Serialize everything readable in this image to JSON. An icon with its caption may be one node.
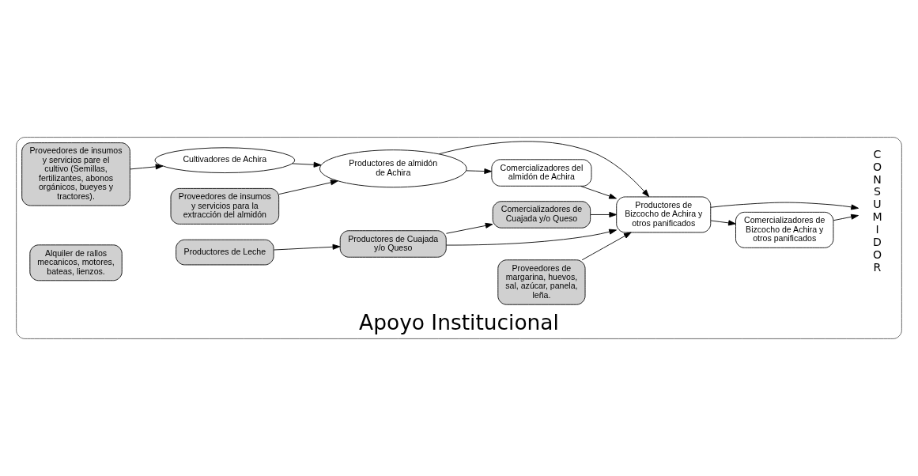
{
  "diagram": {
    "nodes": [
      {
        "text": [
          "Apoyo Institucional"
        ]
      },
      {
        "text": [
          "Cultivadores de Achira"
        ],
        "in": 0
      },
      {
        "text": [
          "Productores de almidón de Achira"
        ],
        "in": 0
      },
      {
        "text": [
          "Comercializadores del almidón de Achira"
        ],
        "in": 0
      },
      {
        "text": [
          "Productores de Bizcocho de Achira y otros panificados"
        ],
        "in": 0
      },
      {
        "text": [
          "Comercializadores de Bizcocho de Achira y otros panificados"
        ],
        "in": 0
      },
      {
        "text": [
          "CONSUMIDOR"
        ],
        "in": 0
      },
      {
        "text": [
          "Proveedores de insumos y servicios pare el cultivo (Semillas, fertilizantes, abonos orgánicos, bueyes y tractores)."
        ],
        "in": 0
      },
      {
        "text": [
          "Proveedores de insumos y servicios para la extracción del almidón"
        ],
        "in": 0
      },
      {
        "text": [
          "Alquiler de rallos mecanicos, motores, bateas, lienzos."
        ],
        "in": 0
      },
      {
        "text": [
          "Comercializadores de Cuajada y/o Queso"
        ],
        "in": 0
      },
      {
        "text": [
          "Productores de Cuajada y/o Queso"
        ],
        "in": 0
      },
      {
        "text": [
          "Productores de Leche"
        ],
        "in": 0
      },
      {
        "text": [
          "Proveedores de margarina, huevos, sal, azúcar, panela, leña."
        ],
        "in": 0
      }
    ],
    "edges": [
      {
        "from": 1,
        "to": 2,
        "arrow": "to"
      },
      {
        "from": 2,
        "to": 3,
        "arrow": "to"
      },
      {
        "from": 2,
        "to": 4,
        "arrow": "to"
      },
      {
        "from": 3,
        "to": 4,
        "arrow": "to"
      },
      {
        "from": 4,
        "to": 5,
        "arrow": "to"
      },
      {
        "from": 4,
        "to": 6,
        "arrow": "to"
      },
      {
        "from": 5,
        "to": 6,
        "arrow": "to"
      },
      {
        "from": 7,
        "to": 1,
        "arrow": "to"
      },
      {
        "from": 8,
        "to": 2,
        "arrow": "to"
      },
      {
        "from": 10,
        "to": 4,
        "arrow": "to"
      },
      {
        "from": 11,
        "to": 10,
        "arrow": "to"
      },
      {
        "from": 11,
        "to": 4,
        "arrow": "to"
      },
      {
        "from": 12,
        "to": 11,
        "arrow": "to"
      },
      {
        "from": 13,
        "to": 4,
        "arrow": "to"
      }
    ]
  }
}
